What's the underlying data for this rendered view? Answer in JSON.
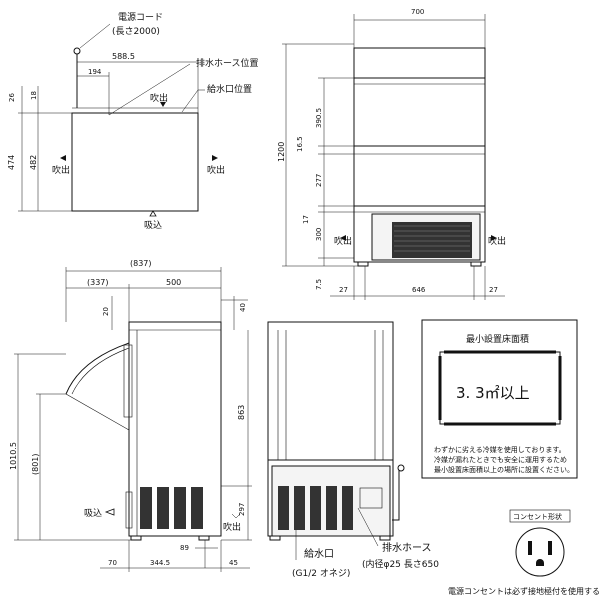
{
  "top_view": {
    "cord_label": "電源コード",
    "cord_length": "(長さ2000)",
    "dim_5885": "588.5",
    "dim_194": "194",
    "drain_pos": "排水ホース位置",
    "water_pos": "給水口位置",
    "dim_26": "26",
    "dim_18": "18",
    "dim_474": "474",
    "dim_482": "482",
    "exhaust_left": "吹出",
    "exhaust_right": "吹出",
    "exhaust_top": "吹出",
    "intake": "吸込"
  },
  "front_view": {
    "width": "700",
    "height": "1200",
    "dim_3905": "390.5",
    "dim_165": "16.5",
    "dim_277": "277",
    "dim_17": "17",
    "dim_300": "300",
    "dim_75": "7.5",
    "bottom_27_left": "27",
    "bottom_646": "646",
    "bottom_27_right": "27",
    "exhaust_left": "吹出",
    "exhaust_right": "吹出"
  },
  "side_view": {
    "dim_837": "(837)",
    "dim_337": "(337)",
    "dim_500": "500",
    "dim_40": "40",
    "dim_20": "20",
    "dim_10105": "1010.5",
    "dim_801": "(801)",
    "dim_863": "863",
    "dim_297": "297",
    "dim_89": "89",
    "bottom_70": "70",
    "bottom_3445": "344.5",
    "bottom_45": "45",
    "intake": "吸込",
    "exhaust": "吹出"
  },
  "back_view": {
    "water_inlet": "給水口",
    "water_inlet_spec": "(G1/2 オネジ)",
    "drain_hose": "排水ホース",
    "drain_spec": "(内径φ25 長さ650"
  },
  "install_box": {
    "title": "最小設置床面積",
    "area": "3. 3㎡以上",
    "note1": "わずかに劣える冷媒を使用しております。",
    "note2": "冷媒が漏れたときでも安全に運用するため",
    "note3": "最小設置床面積以上の場所に設置ください。"
  },
  "outlet": {
    "label": "コンセント形状",
    "note": "電源コンセントは必ず接地極付を使用すること"
  }
}
